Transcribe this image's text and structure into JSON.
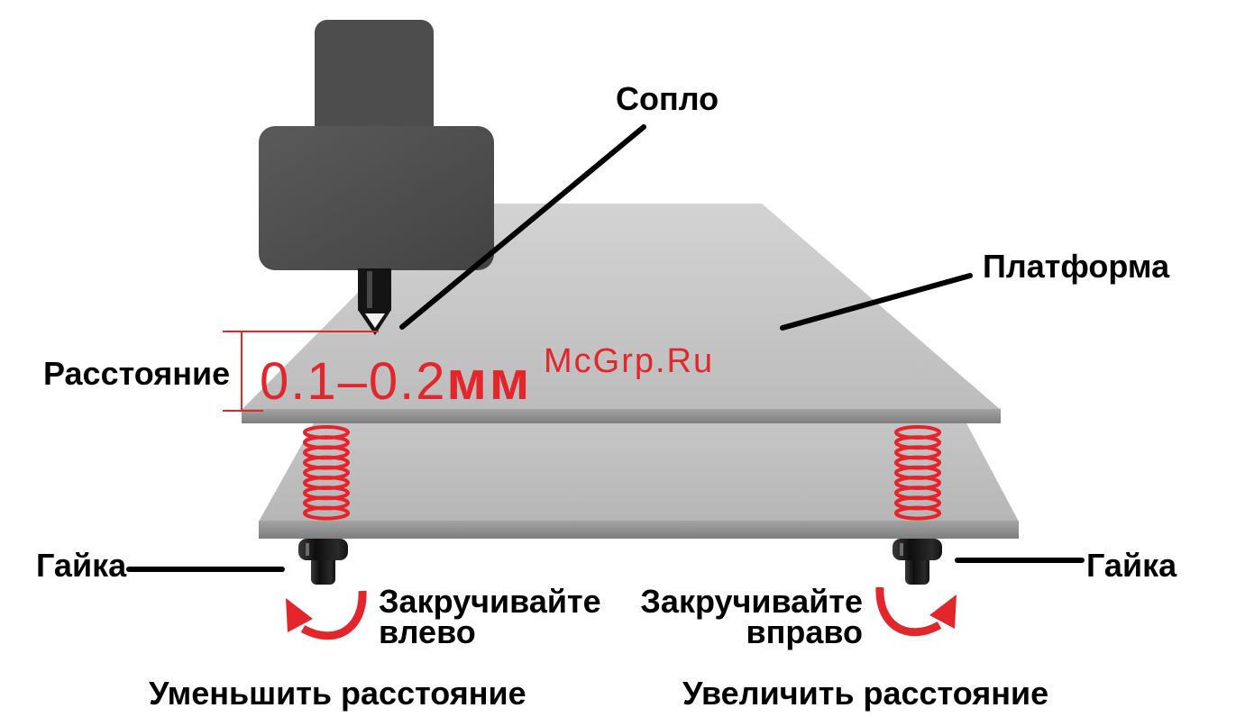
{
  "labels": {
    "nozzle": "Сопло",
    "platform": "Платформа",
    "distance": "Расстояние",
    "distance_range": "0.1–0.2",
    "distance_unit": "мм",
    "nut_left": "Гайка",
    "nut_right": "Гайка",
    "turn_left": {
      "line1": "Закручивайте",
      "line2": "влево"
    },
    "turn_right": {
      "line1": "Закручивайте",
      "line2": "вправо"
    },
    "decrease_distance": "Уменьшить расстояние",
    "increase_distance": "Увеличить расстояние"
  },
  "watermark": "McGrp.Ru",
  "icons": {
    "turn_left": "curved-arrow-counterclockwise-icon",
    "turn_right": "curved-arrow-clockwise-icon"
  },
  "colors": {
    "accent_red": "#e3262b",
    "spring_red": "#e8222a",
    "nozzle_body": "#4d4d4d",
    "nozzle_tip": "#141414",
    "platform": "#c4c4c4",
    "platform_edge": "#8c8c8c",
    "pointer_line": "#000000",
    "nut": "#1a1a1a"
  }
}
